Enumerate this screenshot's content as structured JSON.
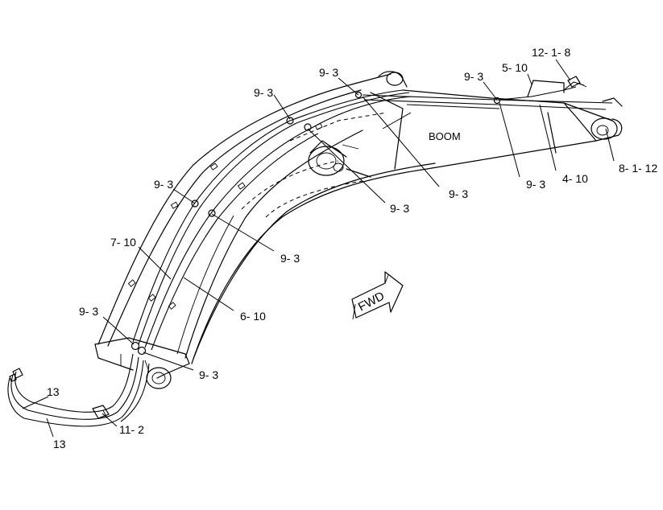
{
  "diagram": {
    "boom_label": "BOOM",
    "fwd_label": "FWD",
    "callouts": [
      {
        "id": "c1",
        "text": "9- 3"
      },
      {
        "id": "c2",
        "text": "9- 3"
      },
      {
        "id": "c3",
        "text": "9- 3"
      },
      {
        "id": "c4",
        "text": "12- 1- 8"
      },
      {
        "id": "c5",
        "text": "5- 10"
      },
      {
        "id": "c6",
        "text": "9- 3"
      },
      {
        "id": "c7",
        "text": "8- 1- 12"
      },
      {
        "id": "c8",
        "text": "4- 10"
      },
      {
        "id": "c9",
        "text": "9- 3"
      },
      {
        "id": "c10",
        "text": "9- 3"
      },
      {
        "id": "c11",
        "text": "9- 3"
      },
      {
        "id": "c12",
        "text": "9- 3"
      },
      {
        "id": "c13",
        "text": "7- 10"
      },
      {
        "id": "c14",
        "text": "6- 10"
      },
      {
        "id": "c15",
        "text": "9- 3"
      },
      {
        "id": "c16",
        "text": "9- 3"
      },
      {
        "id": "c17",
        "text": "13"
      },
      {
        "id": "c18",
        "text": "13"
      },
      {
        "id": "c19",
        "text": "11- 2"
      }
    ]
  }
}
